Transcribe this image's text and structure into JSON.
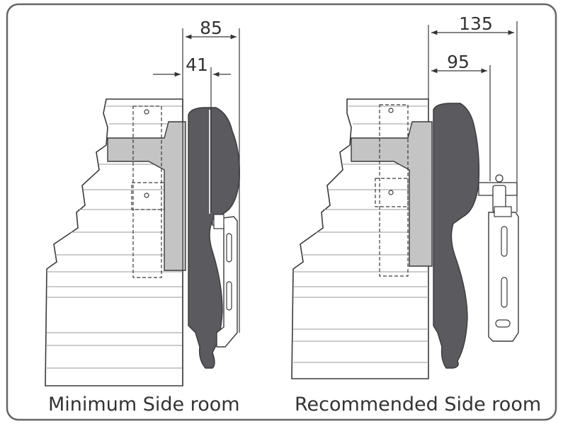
{
  "colors": {
    "frame": "#666666",
    "line": "#3a3a3a",
    "motor_dark": "#5a5a5f",
    "bracket_light": "#c4c4c4",
    "text": "#333333"
  },
  "left_panel": {
    "dim_outer": "85",
    "dim_inner": "41",
    "caption": "Minimum Side room"
  },
  "right_panel": {
    "dim_outer": "135",
    "dim_inner": "95",
    "caption": "Recommended Side room"
  }
}
